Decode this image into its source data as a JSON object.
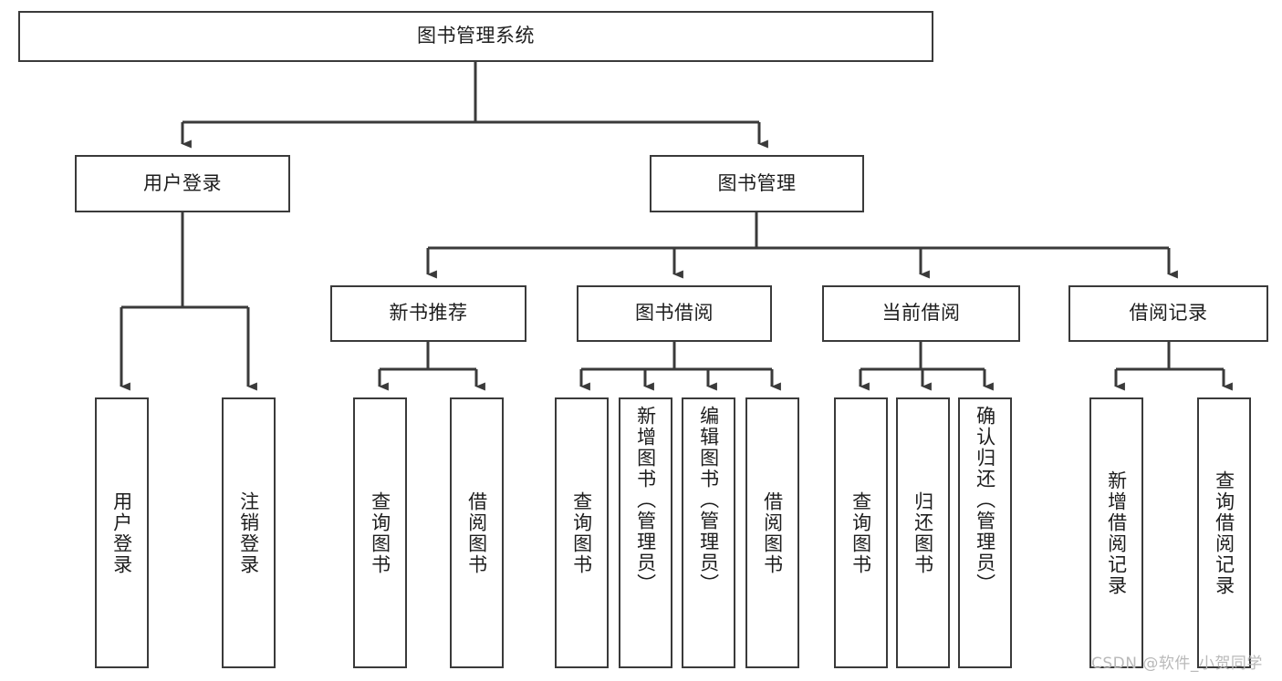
{
  "diagram": {
    "title": "图书管理系统",
    "type": "functional-structure-tree",
    "watermark": "CSDN @软件_小贺同学",
    "colors": {
      "box_border": "#3a3a3a",
      "box_fill": "#ffffff",
      "connector": "#3a3a3a",
      "text": "#1d1d1d",
      "watermark": "#b9b9b9",
      "background": "#ffffff"
    },
    "root": {
      "label": "图书管理系统"
    },
    "level2": [
      {
        "id": "user-login",
        "label": "用户登录"
      },
      {
        "id": "book-management",
        "label": "图书管理"
      }
    ],
    "level3": [
      {
        "id": "new-book-recommend",
        "label": "新书推荐"
      },
      {
        "id": "book-borrow",
        "label": "图书借阅"
      },
      {
        "id": "current-borrow",
        "label": "当前借阅"
      },
      {
        "id": "borrow-record",
        "label": "借阅记录"
      }
    ],
    "leaves": {
      "user_login": [
        {
          "id": "leaf-user-login",
          "label": "用户登录"
        },
        {
          "id": "leaf-logout-login",
          "label": "注销登录"
        }
      ],
      "new_book_recommend": [
        {
          "id": "leaf-query-book-1",
          "label": "查询图书"
        },
        {
          "id": "leaf-borrow-book-1",
          "label": "借阅图书"
        }
      ],
      "book_borrow": [
        {
          "id": "leaf-query-book-2",
          "label": "查询图书"
        },
        {
          "id": "leaf-add-book",
          "label": "新增图书（管理员）"
        },
        {
          "id": "leaf-edit-book",
          "label": "编辑图书（管理员）"
        },
        {
          "id": "leaf-borrow-book-2",
          "label": "借阅图书"
        }
      ],
      "current_borrow": [
        {
          "id": "leaf-query-book-3",
          "label": "查询图书"
        },
        {
          "id": "leaf-return-book",
          "label": "归还图书"
        },
        {
          "id": "leaf-confirm-return",
          "label": "确认归还（管理员）"
        }
      ],
      "borrow_record": [
        {
          "id": "leaf-add-borrow-record",
          "label": "新增借阅记录"
        },
        {
          "id": "leaf-query-borrow-record",
          "label": "查询借阅记录"
        }
      ]
    }
  }
}
